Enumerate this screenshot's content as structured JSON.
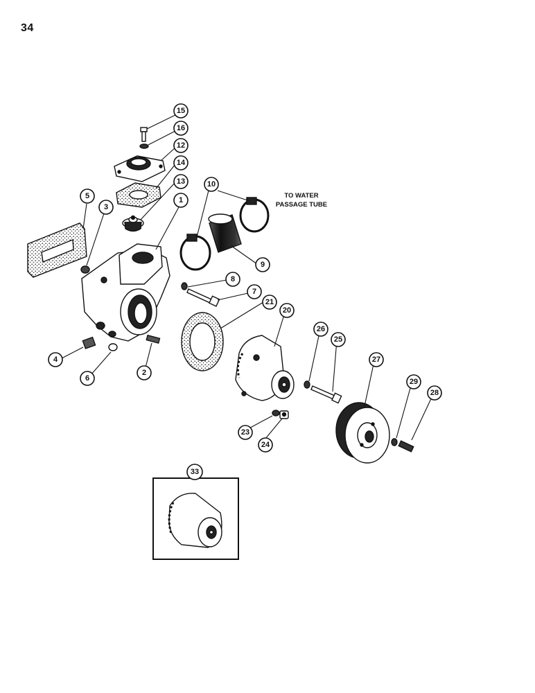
{
  "page": {
    "number": "34"
  },
  "note": {
    "line1": "TO WATER",
    "line2": "PASSAGE TUBE"
  },
  "callouts": {
    "c1": "1",
    "c2": "2",
    "c3": "3",
    "c4": "4",
    "c5": "5",
    "c6": "6",
    "c7": "7",
    "c8": "8",
    "c9": "9",
    "c10": "10",
    "c12": "12",
    "c13": "13",
    "c14": "14",
    "c15": "15",
    "c16": "16",
    "c20": "20",
    "c21": "21",
    "c23": "23",
    "c24": "24",
    "c25": "25",
    "c26": "26",
    "c27": "27",
    "c28": "28",
    "c29": "29",
    "c33": "33"
  }
}
